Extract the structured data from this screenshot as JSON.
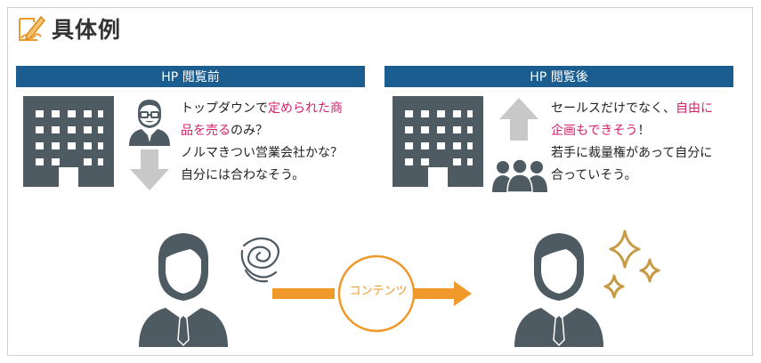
{
  "title": "具体例",
  "colors": {
    "header": "#1b5d8f",
    "highlight": "#d4216b",
    "icon": "#4f5b63",
    "arrow_gray": "#c8c8c8",
    "orange": "#f0992b",
    "gold": "#c99a44"
  },
  "before": {
    "header": "HP 閲覧前",
    "line1_a": "トップダウンで",
    "line1_b": "定められた商",
    "line2_a": "品を売る",
    "line2_b": "のみ？",
    "line3": "ノルマきつい営業会社かな？",
    "line4": "自分には合わなそう。"
  },
  "after": {
    "header": "HP 閲覧後",
    "line1_a": "セールスだけでなく、",
    "line1_b": "自由に",
    "line2_a": "企画もできそう",
    "line2_b": "！",
    "line3": "若手に裁量権があって自分に",
    "line4": "合っていそう。"
  },
  "flow": {
    "label": "コンテンツ"
  },
  "icons": [
    "pencil-note-icon",
    "office-building-icon",
    "businessman-icon",
    "down-arrow-icon",
    "up-arrow-icon",
    "group-people-icon",
    "person-icon",
    "confused-scribble-icon",
    "sparkle-icon"
  ]
}
